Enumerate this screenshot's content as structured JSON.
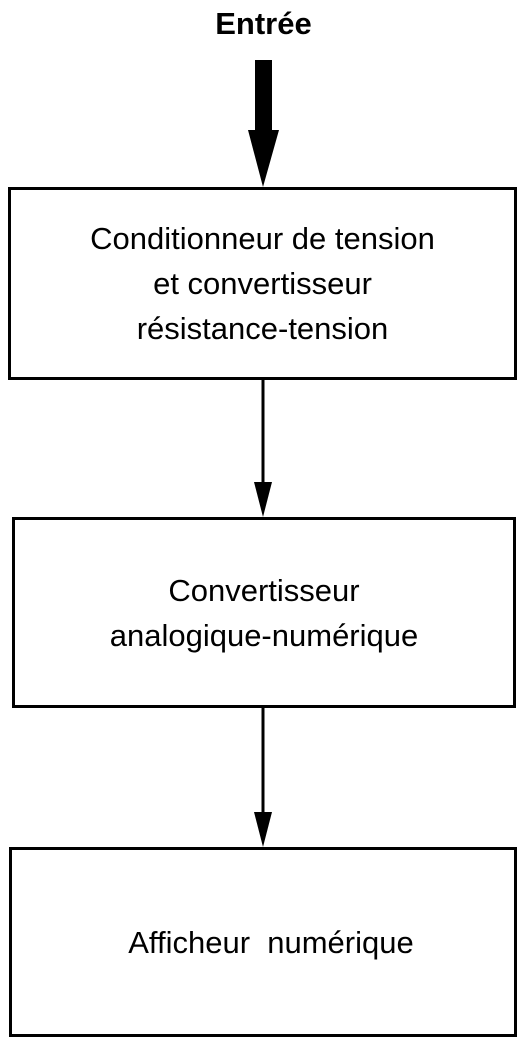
{
  "input": {
    "label": "Entrée"
  },
  "blocks": [
    {
      "lines": [
        "Conditionneur de tension",
        "et convertisseur",
        "résistance-tension"
      ]
    },
    {
      "lines": [
        "Convertisseur",
        "analogique-numérique"
      ]
    },
    {
      "lines": [
        "Afficheur  numérique"
      ]
    }
  ],
  "colors": {
    "stroke": "#000000",
    "background": "#ffffff"
  }
}
